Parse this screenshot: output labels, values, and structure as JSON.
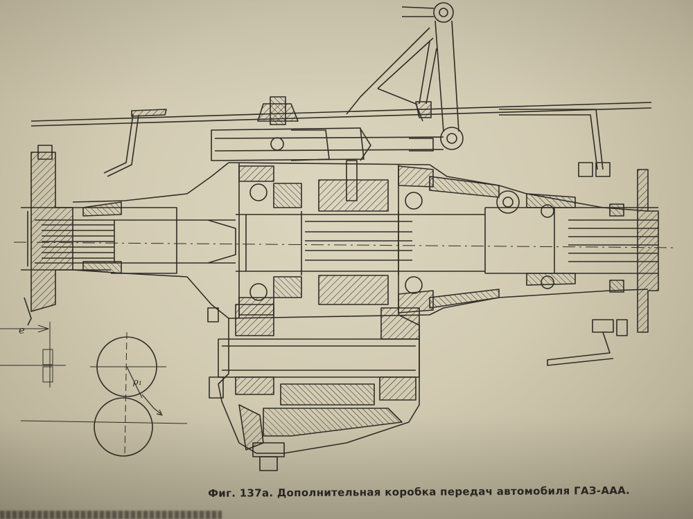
{
  "figure": {
    "caption": "Фиг. 137а. Дополнительная коробка передач автомобиля ГАЗ-ААА.",
    "label_e": "e",
    "label_rho": "ρ₁"
  },
  "colors": {
    "paper": "#d6cfb6",
    "ink": "#2f2c27"
  }
}
